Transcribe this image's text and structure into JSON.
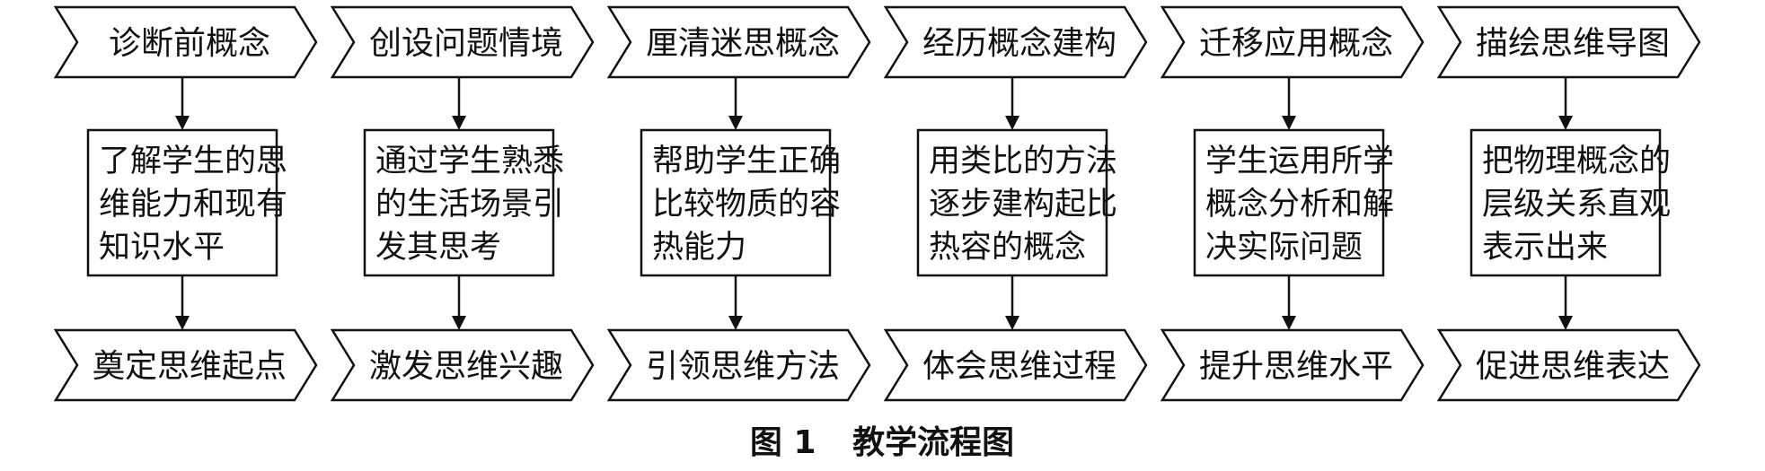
{
  "caption": {
    "figure_label": "图 1",
    "title": "教学流程图"
  },
  "columns": [
    {
      "step": "诊断前概念",
      "detail": [
        "了解学生的思",
        "维能力和现有",
        "知识水平"
      ],
      "result": "奠定思维起点"
    },
    {
      "step": "创设问题情境",
      "detail": [
        "通过学生熟悉",
        "的生活场景引",
        "发其思考"
      ],
      "result": "激发思维兴趣"
    },
    {
      "step": "厘清迷思概念",
      "detail": [
        "帮助学生正确",
        "比较物质的容",
        "热能力"
      ],
      "result": "引领思维方法"
    },
    {
      "step": "经历概念建构",
      "detail": [
        "用类比的方法",
        "逐步建构起比",
        "热容的概念"
      ],
      "result": "体会思维过程"
    },
    {
      "step": "迁移应用概念",
      "detail": [
        "学生运用所学",
        "概念分析和解",
        "决实际问题"
      ],
      "result": "提升思维水平"
    },
    {
      "step": "描绘思维导图",
      "detail": [
        "把物理概念的",
        "层级关系直观",
        "表示出来"
      ],
      "result": "促进思维表达"
    }
  ]
}
